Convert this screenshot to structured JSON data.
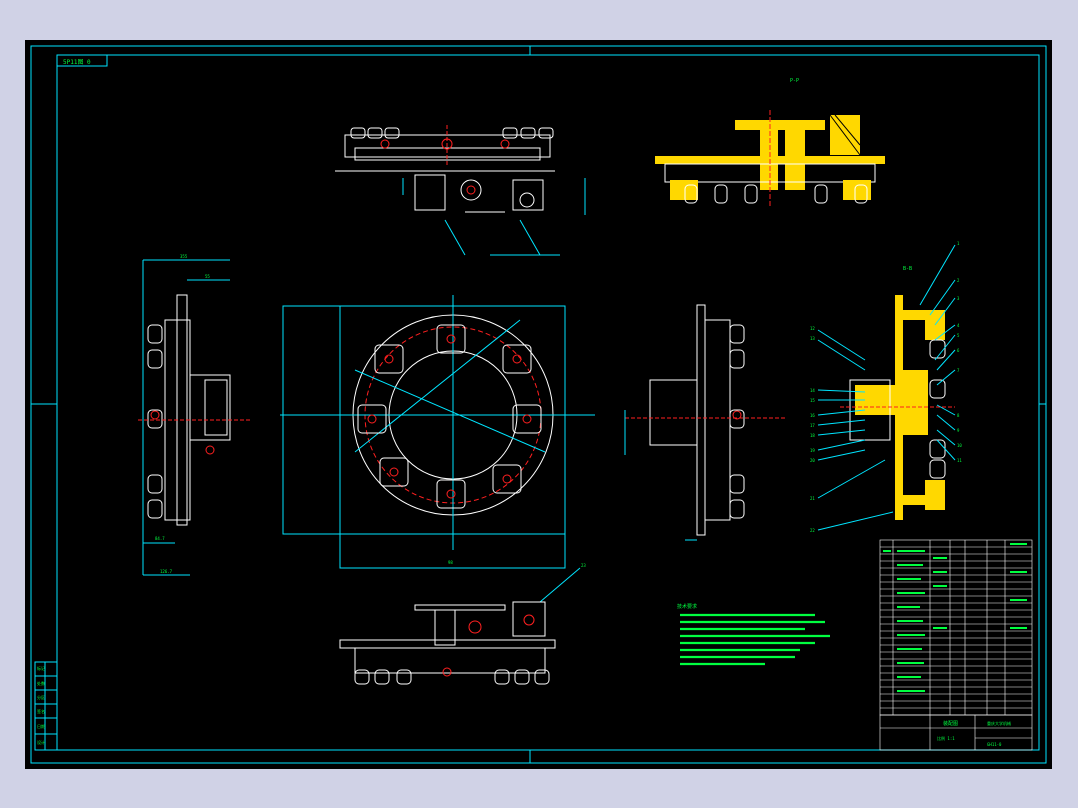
{
  "drawing": {
    "stamp": "5P11图 0",
    "section_label_top": "P-P",
    "section_label_right": "B-B",
    "dimension_labels": [
      "355",
      "55",
      "84.7",
      "126.7",
      "98"
    ],
    "part_callouts": [
      "1",
      "2",
      "3",
      "4",
      "5",
      "6",
      "7",
      "8",
      "9",
      "10",
      "11",
      "12",
      "13",
      "14",
      "15",
      "16",
      "17",
      "18",
      "19",
      "20",
      "21",
      "22",
      "23"
    ],
    "tech_requirements_title": "技术要求",
    "title_block": {
      "assembly_name": "装配图",
      "company": "重庆大学机械",
      "sheet": "比例 1:1",
      "drawing_no": "GH11-0"
    },
    "colors": {
      "background": "#000000",
      "frame": "#00e5ff",
      "outline": "#ffffff",
      "hidden": "#ff2020",
      "section_fill": "#ffd800",
      "annotation": "#00ff40",
      "centerline": "#00e5ff"
    }
  }
}
